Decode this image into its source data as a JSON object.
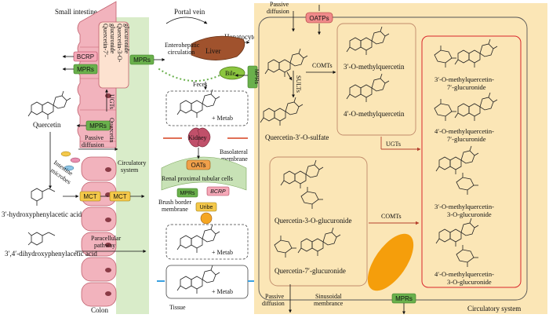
{
  "title": "",
  "colors": {
    "hepatocyte_bg": "#fbe6b6",
    "intestine_band": "#d9ecc9",
    "cell_pink": "#f2b3bd",
    "mpr_green": "#6ab04c",
    "bcrp_pink": "#f5a9b8",
    "mct_yellow": "#f4c84a",
    "oats_orange": "#f0a04a",
    "bile_green": "#8cc63f",
    "liver_brown": "#a0522d",
    "red_box": "#d9262b",
    "orange_ellipse": "#f59e0b"
  },
  "icons": [
    "molecule-icon",
    "liver-icon",
    "kidney-icon",
    "arrow-icon",
    "microbe-icon"
  ],
  "labels": {
    "small_intestine": "Small intestine",
    "colon": "Colon",
    "tissue": "Tissue",
    "portal_vein": "Portal vein",
    "hepatocytes": "Hepatocytes",
    "enterohepatic": "Enterohepatic",
    "circulation": "circulation",
    "liver": "Liver",
    "bile": "Bile",
    "feces": "Feces",
    "kidney": "Kidney",
    "basolateral_1": "Basolateral",
    "basolateral_2": "membrane",
    "renal_cells": "Renal proximal tubular cells",
    "brush_1": "Brush border",
    "brush_2": "membrane",
    "uribe": "Uribe",
    "metab": "+ Metab",
    "quercetin": "Quercetin",
    "passive_diffusion_1": "Passive",
    "passive_diffusion_2": "diffusion",
    "intestine_microbes_1": "Intestine",
    "intestine_microbes_2": "microbes",
    "circulatory_system_1": "Circulatory",
    "circulatory_system_2": "system",
    "hpaa": "3′-hydroxyphenylacetic acid",
    "dhpaa": "3′,4′-dihydroxyphenylacetic acid",
    "paracellular_1": "Paracellular",
    "paracellular_2": "pathway",
    "q7g_vertical_1": "Quercetin-7′-",
    "q7g_vertical_2": "glucuronide",
    "q3g_vertical_1": "Quercetin-3-O-",
    "q3g_vertical_2": "glucuronide",
    "ugts": "UGTs",
    "quercetin_vertical": "Quercetin",
    "sults": "SULTs",
    "comts": "COMTs",
    "ugts_right": "UGTs",
    "comts_lower": "COMTs",
    "m3q": "3′-O-methylquercetin",
    "m4q": "4′-O-methylquercetin",
    "q3s": "Quercetin-3′-O-sulfate",
    "q3og": "Quercetin-3-O-glucuronide",
    "q7og": "Quercetin-7′-glucuronide",
    "m3q7g_1": "3′-O-methylquercetin-",
    "m3q7g_2": "7′-glucuronide",
    "m4q7g_1": "4′-O-methylquercetin-",
    "m4q7g_2": "7′-glucuronide",
    "m3q3g_1": "3′-O-methylquercetin-",
    "m3q3g_2": "3-O-glucuronide",
    "m4q3g_1": "4′-O-methylquercetin-",
    "m4q3g_2": "3-O-glucuronide",
    "passive_bottom_1": "Passive",
    "passive_bottom_2": "diffusion",
    "sinusoidal_1": "Sinusoidal",
    "sinusoidal_2": "membrance",
    "circulatory_system_right": "Circulatory system"
  },
  "transporters": {
    "bcrp": "BCRP",
    "mprs": "MPRs",
    "mct": "MCT",
    "oats": "OATs",
    "oatps": "OATPs"
  }
}
